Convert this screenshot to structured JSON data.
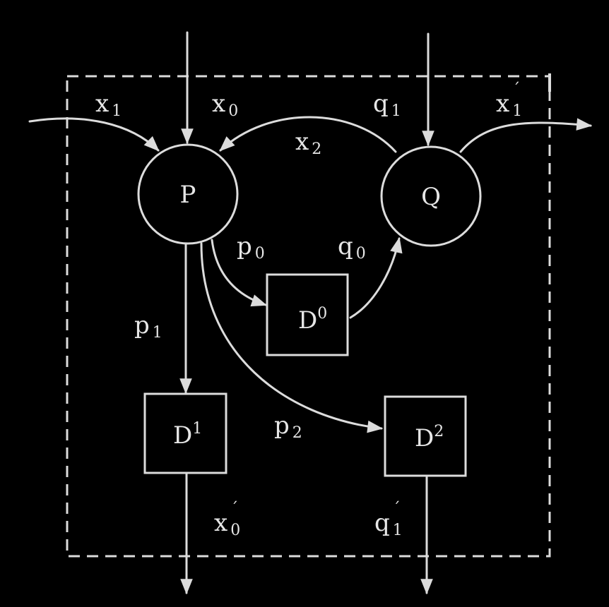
{
  "nodes": {
    "P": "P",
    "Q": "Q",
    "D0": {
      "base": "D",
      "sup": "0"
    },
    "D1": {
      "base": "D",
      "sup": "1"
    },
    "D2": {
      "base": "D",
      "sup": "2"
    }
  },
  "edges": {
    "x1": {
      "base": "x",
      "sub": "1"
    },
    "x0": {
      "base": "x",
      "sub": "0"
    },
    "q1": {
      "base": "q",
      "sub": "1"
    },
    "x1_out": {
      "base": "x",
      "sub": "1",
      "prime": "´"
    },
    "x2": {
      "base": "x",
      "sub": "2"
    },
    "p0": {
      "base": "p",
      "sub": "0"
    },
    "q0": {
      "base": "q",
      "sub": "0"
    },
    "p1": {
      "base": "p",
      "sub": "1"
    },
    "p2": {
      "base": "p",
      "sub": "2"
    },
    "x0_out": {
      "base": "x",
      "sub": "0",
      "prime": "´"
    },
    "q1_out": {
      "base": "q",
      "sub": "1",
      "prime": "´"
    }
  },
  "colors": {
    "background": "#000000",
    "stroke": "#dcdcdc"
  }
}
